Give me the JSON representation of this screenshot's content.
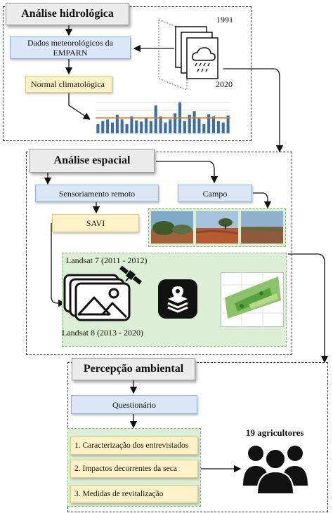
{
  "hydro": {
    "title": "Análise hidrológica",
    "data_box": "Dados meteorológicos da EMPARN",
    "normal_box": "Normal climatológica",
    "year_start": "1991",
    "year_end": "2020"
  },
  "spatial": {
    "title": "Análise espacial",
    "remote_box": "Sensoriamento remoto",
    "field_box": "Campo",
    "savi_box": "SAVI",
    "landsat7": "Landsat 7 (2011 - 2012)",
    "landsat8": "Landsat 8 (2013 - 2020)"
  },
  "perception": {
    "title": "Percepção ambiental",
    "questionnaire_box": "Questionário",
    "items": [
      "1. Caracterização dos entrevistados",
      "2. Impactos decorrentes da seca",
      "3. Medidas de revitalização"
    ],
    "farmers": "19 agricultores"
  },
  "chart_data": {
    "type": "bar",
    "values": [
      30,
      40,
      45,
      35,
      60,
      45,
      30,
      55,
      42,
      38,
      50,
      40,
      90,
      55,
      35,
      45,
      65,
      100,
      40,
      60,
      72,
      48,
      30,
      62,
      55,
      40,
      35,
      58
    ],
    "line_value": 50,
    "colors": {
      "bar": "#3b6ea5",
      "line": "#e07a1f"
    }
  },
  "colors": {
    "blue_fill": "#dbe7f6",
    "yellow_fill": "#fff2c8",
    "green_fill": "#dcefd6",
    "title_fill": "#ececec"
  }
}
